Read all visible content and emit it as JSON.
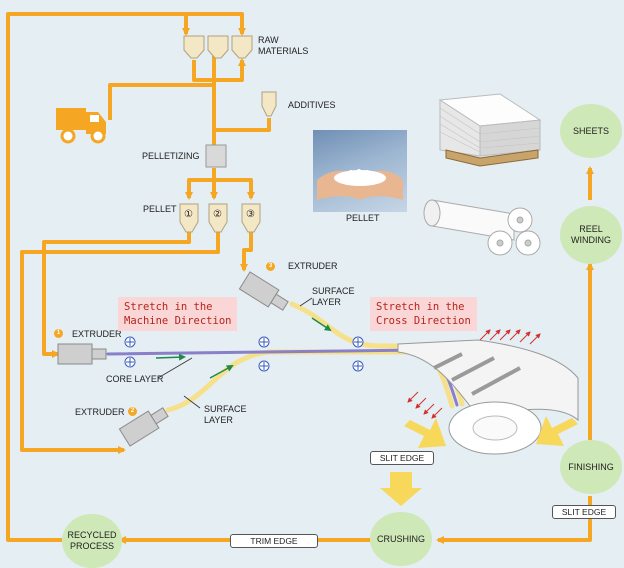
{
  "labels": {
    "raw_materials": "RAW\nMATERIALS",
    "additives": "ADDITIVES",
    "pelletizing": "PELLETIZING",
    "pellet_left": "PELLET",
    "pellet_photo": "PELLET",
    "pellet_num_1": "①",
    "pellet_num_2": "②",
    "pellet_num_3": "③",
    "extruder_1": "EXTRUDER",
    "extruder_2": "EXTRUDER",
    "extruder_3": "EXTRUDER",
    "badge_1": "1",
    "badge_2": "2",
    "badge_3": "3",
    "core_layer": "CORE LAYER",
    "surface_layer_top": "SURFACE\nLAYER",
    "surface_layer_bottom": "SURFACE\nLAYER"
  },
  "callouts": {
    "machine_direction": "Stretch in the\nMachine Direction",
    "cross_direction": "Stretch in the\nCross Direction"
  },
  "nodes": {
    "sheets": "SHEETS",
    "reel_winding": "REEL\nWINDING",
    "finishing": "FINISHING",
    "crushing": "CRUSHING",
    "recycled_process": "RECYCLED\nPROCESS"
  },
  "pills": {
    "slit_edge_center": "SLIT EDGE",
    "slit_edge_right": "SLIT EDGE",
    "trim_edge": "TRIM EDGE"
  },
  "colors": {
    "flow": "#f5a623",
    "node": "#cfe8b7",
    "core": "#8a7fc9",
    "surface": "#f7e08a",
    "callout": "#fbd6d6",
    "background": "#e4eef3"
  }
}
